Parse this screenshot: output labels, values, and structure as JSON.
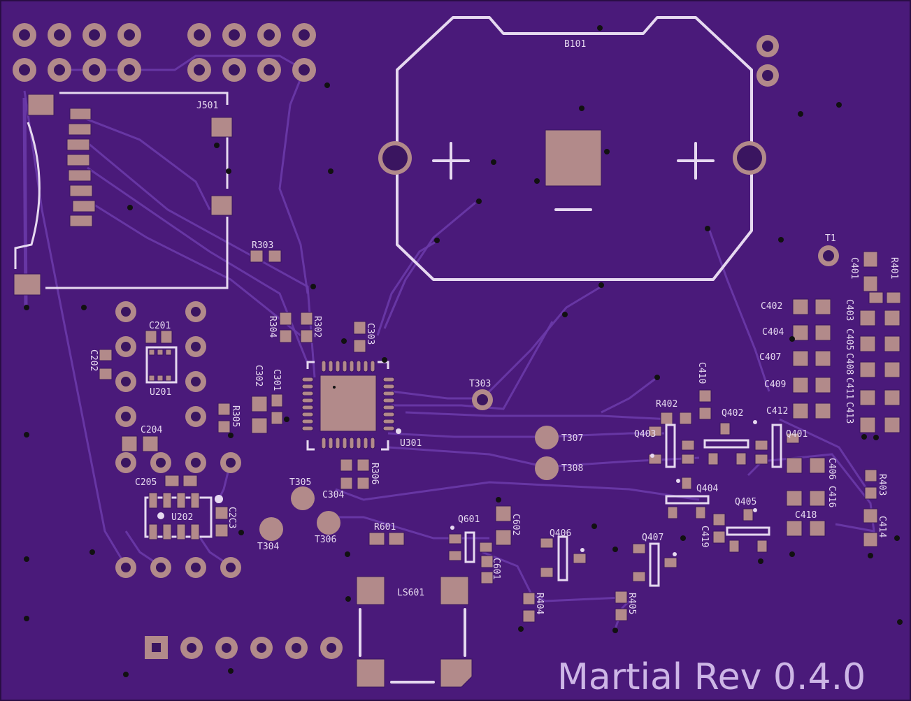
{
  "board": {
    "title": "Martial Rev 0.4.0",
    "colors": {
      "substrate": "#4a1a7a",
      "silkscreen": "#e6d9f0",
      "copper_pad": "#b28a8a",
      "trace": "#6a3aa8",
      "edge": "#2a0d45"
    }
  },
  "labels": {
    "B101": "B101",
    "J501": "J501",
    "R303": "R303",
    "R304": "R304",
    "R302": "R302",
    "C303": "C303",
    "C302": "C302",
    "C301": "C301",
    "R305": "R305",
    "U301": "U301",
    "T303": "T303",
    "T307": "T307",
    "T308": "T308",
    "R306": "R306",
    "C304": "C304",
    "T305": "T305",
    "T304": "T304",
    "T306": "T306",
    "R601": "R601",
    "Q601": "Q601",
    "C602": "C602",
    "C601": "C601",
    "LS601": "LS601",
    "C201": "C201",
    "C202": "C202",
    "U201": "U201",
    "C204": "C204",
    "C205": "C205",
    "U202": "U202",
    "C203": "C2C3",
    "T1": "T1",
    "C401": "C401",
    "R401": "R401",
    "C402": "C402",
    "C403": "C403",
    "C404": "C404",
    "C405": "C405",
    "C407": "C407",
    "C408": "C408",
    "C409": "C409",
    "C410": "C410",
    "C411": "C411",
    "C412": "C412",
    "C413": "C413",
    "R402": "R402",
    "Q402": "Q402",
    "Q403": "Q403",
    "Q401": "Q401",
    "C406": "C406",
    "C416": "C416",
    "Q404": "Q404",
    "Q405": "Q405",
    "C418": "C418",
    "R403": "R403",
    "C414": "C414",
    "C419": "C419",
    "Q406": "Q406",
    "Q407": "Q407",
    "R404": "R404",
    "R405": "R405"
  },
  "polarity": {
    "plus_left": "+",
    "plus_right": "+",
    "minus": "−"
  }
}
